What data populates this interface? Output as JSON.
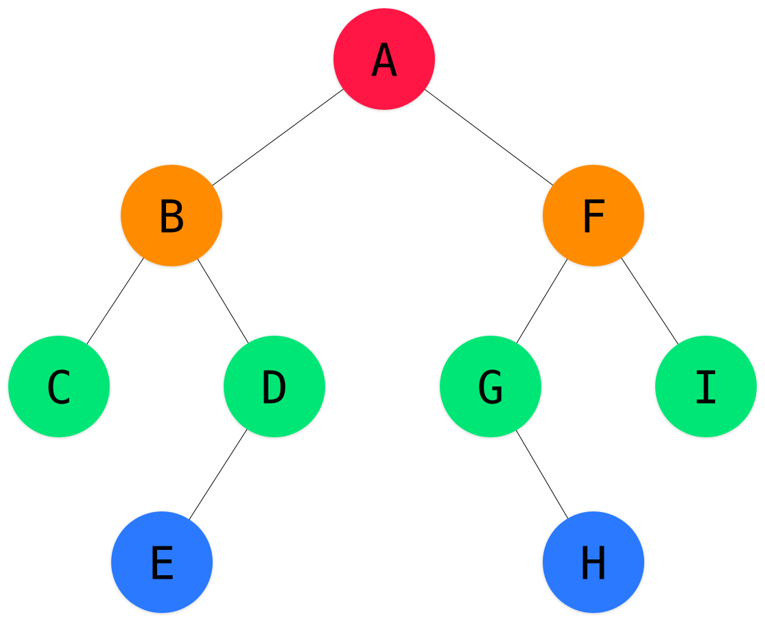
{
  "diagram": {
    "type": "binary-tree",
    "colors": {
      "root": "#FF1744",
      "level1": "#FF8C00",
      "level2": "#00E676",
      "level3": "#2979FF"
    },
    "nodes": [
      {
        "id": "A",
        "label": "A",
        "level": "root"
      },
      {
        "id": "B",
        "label": "B",
        "level": "level1"
      },
      {
        "id": "F",
        "label": "F",
        "level": "level1"
      },
      {
        "id": "C",
        "label": "C",
        "level": "level2"
      },
      {
        "id": "D",
        "label": "D",
        "level": "level2"
      },
      {
        "id": "G",
        "label": "G",
        "level": "level2"
      },
      {
        "id": "I",
        "label": "I",
        "level": "level2"
      },
      {
        "id": "E",
        "label": "E",
        "level": "level3"
      },
      {
        "id": "H",
        "label": "H",
        "level": "level3"
      }
    ],
    "edges": [
      {
        "from": "A",
        "to": "B"
      },
      {
        "from": "A",
        "to": "F"
      },
      {
        "from": "B",
        "to": "C"
      },
      {
        "from": "B",
        "to": "D"
      },
      {
        "from": "D",
        "to": "E"
      },
      {
        "from": "F",
        "to": "G"
      },
      {
        "from": "F",
        "to": "I"
      },
      {
        "from": "G",
        "to": "H"
      }
    ]
  }
}
